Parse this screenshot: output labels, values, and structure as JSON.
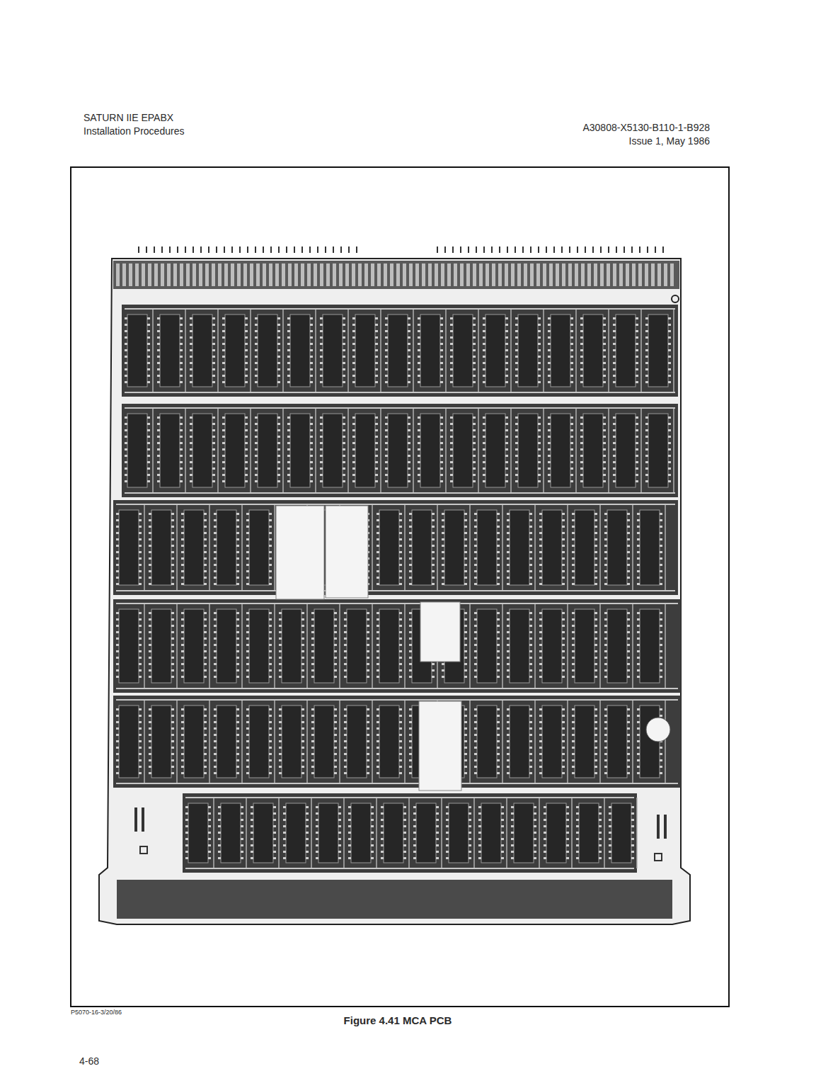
{
  "diagram": {
    "caption": "Figure 4.41   MCA PCB",
    "labels": [
      "SATURN IIE EPABX",
      "Installation Procedures",
      "A30808-X5130-B110-1-B928",
      "Issue 1, May 1986",
      "P5070-16-3/20/86",
      "4-68"
    ]
  }
}
